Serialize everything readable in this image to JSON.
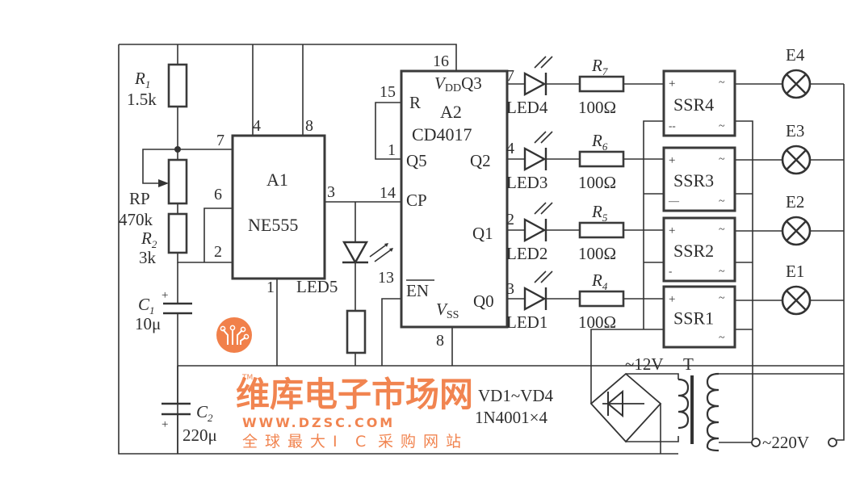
{
  "diagram": {
    "type": "circuit-schematic",
    "components": {
      "R1": {
        "name": "R",
        "sub": "1",
        "value": "1.5k"
      },
      "RP": {
        "name": "RP",
        "value": "470k"
      },
      "R2": {
        "name": "R",
        "sub": "2",
        "value": "3k"
      },
      "C1": {
        "name": "C",
        "sub": "1",
        "value": "10μ",
        "polarity": "+"
      },
      "C2": {
        "name": "C",
        "sub": "2",
        "value": "220μ",
        "polarity": "+"
      },
      "A1": {
        "ref": "A1",
        "part": "NE555",
        "pins": {
          "p4": "4",
          "p8": "8",
          "p7": "7",
          "p6": "6",
          "p2": "2",
          "p3": "3",
          "p1": "1"
        }
      },
      "A2": {
        "ref": "A2",
        "part": "CD4017",
        "pins": {
          "p16": "16",
          "p15": "15",
          "p1": "1",
          "p14": "14",
          "p13": "13",
          "p8": "8",
          "p7": "7",
          "p4": "4",
          "p2": "2",
          "p3": "3"
        },
        "pin_labels": {
          "vdd_v": "V",
          "vdd_sub": "DD",
          "q3": "Q3",
          "r": "R",
          "q5": "Q5",
          "q2": "Q2",
          "cp": "CP",
          "q1": "Q1",
          "en": "EN",
          "vss_v": "V",
          "vss_sub": "SS",
          "q0": "Q0"
        }
      },
      "LED5": {
        "label": "LED5"
      },
      "leds": [
        {
          "label": "LED4"
        },
        {
          "label": "LED3"
        },
        {
          "label": "LED2"
        },
        {
          "label": "LED1"
        }
      ],
      "resistors": [
        {
          "name": "R",
          "sub": "7",
          "value": "100Ω"
        },
        {
          "name": "R",
          "sub": "6",
          "value": "100Ω"
        },
        {
          "name": "R",
          "sub": "5",
          "value": "100Ω"
        },
        {
          "name": "R",
          "sub": "4",
          "value": "100Ω"
        }
      ],
      "ssrs": [
        {
          "label": "SSR4",
          "plus": "+",
          "minus": "--",
          "ac": "~"
        },
        {
          "label": "SSR3",
          "plus": "+",
          "minus": "—",
          "ac": "~"
        },
        {
          "label": "SSR2",
          "plus": "+",
          "minus": "-",
          "ac": "~"
        },
        {
          "label": "SSR1",
          "plus": "+",
          "minus": "",
          "ac": "~"
        }
      ],
      "lamps": [
        {
          "label": "E4"
        },
        {
          "label": "E3"
        },
        {
          "label": "E2"
        },
        {
          "label": "E1"
        }
      ],
      "bridge": {
        "label": "VD1~VD4",
        "part": "1N4001×4"
      },
      "transformer": {
        "label": "T",
        "secondary": "~12V"
      },
      "mains": {
        "label": "~220V"
      }
    }
  },
  "watermark": {
    "brand": "维库电子市场网",
    "tm": "TM",
    "url": "WWW.DZSC.COM",
    "slogan": [
      "全",
      "球",
      "最",
      "大",
      "I",
      "C",
      "采",
      "购",
      "网",
      "站"
    ],
    "color": "#ee6a2a"
  }
}
